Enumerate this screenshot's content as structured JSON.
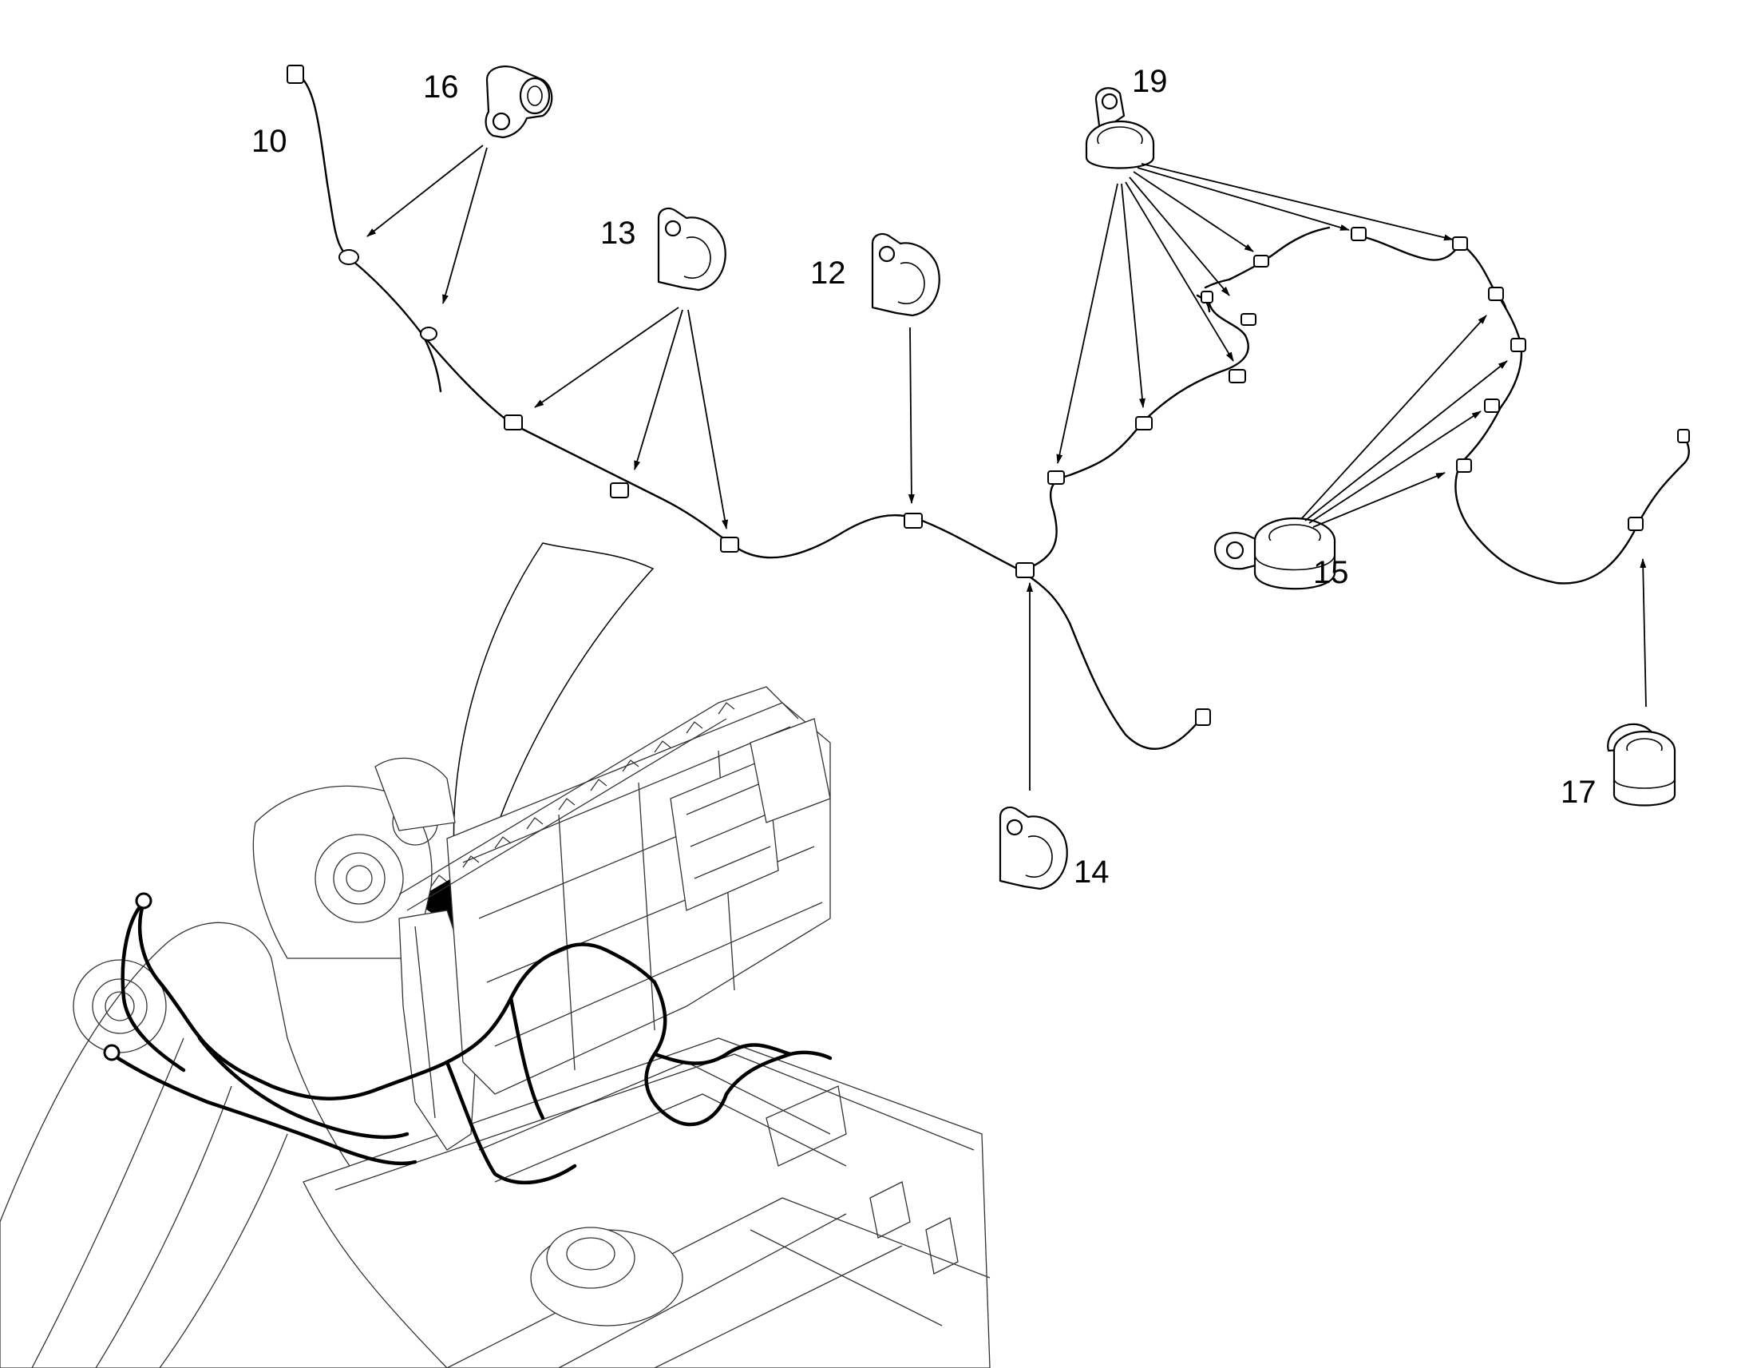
{
  "diagram": {
    "callouts": {
      "c10": "10",
      "c12": "12",
      "c13": "13",
      "c14": "14",
      "c15": "15",
      "c16": "16",
      "c17": "17",
      "c19": "19"
    }
  }
}
